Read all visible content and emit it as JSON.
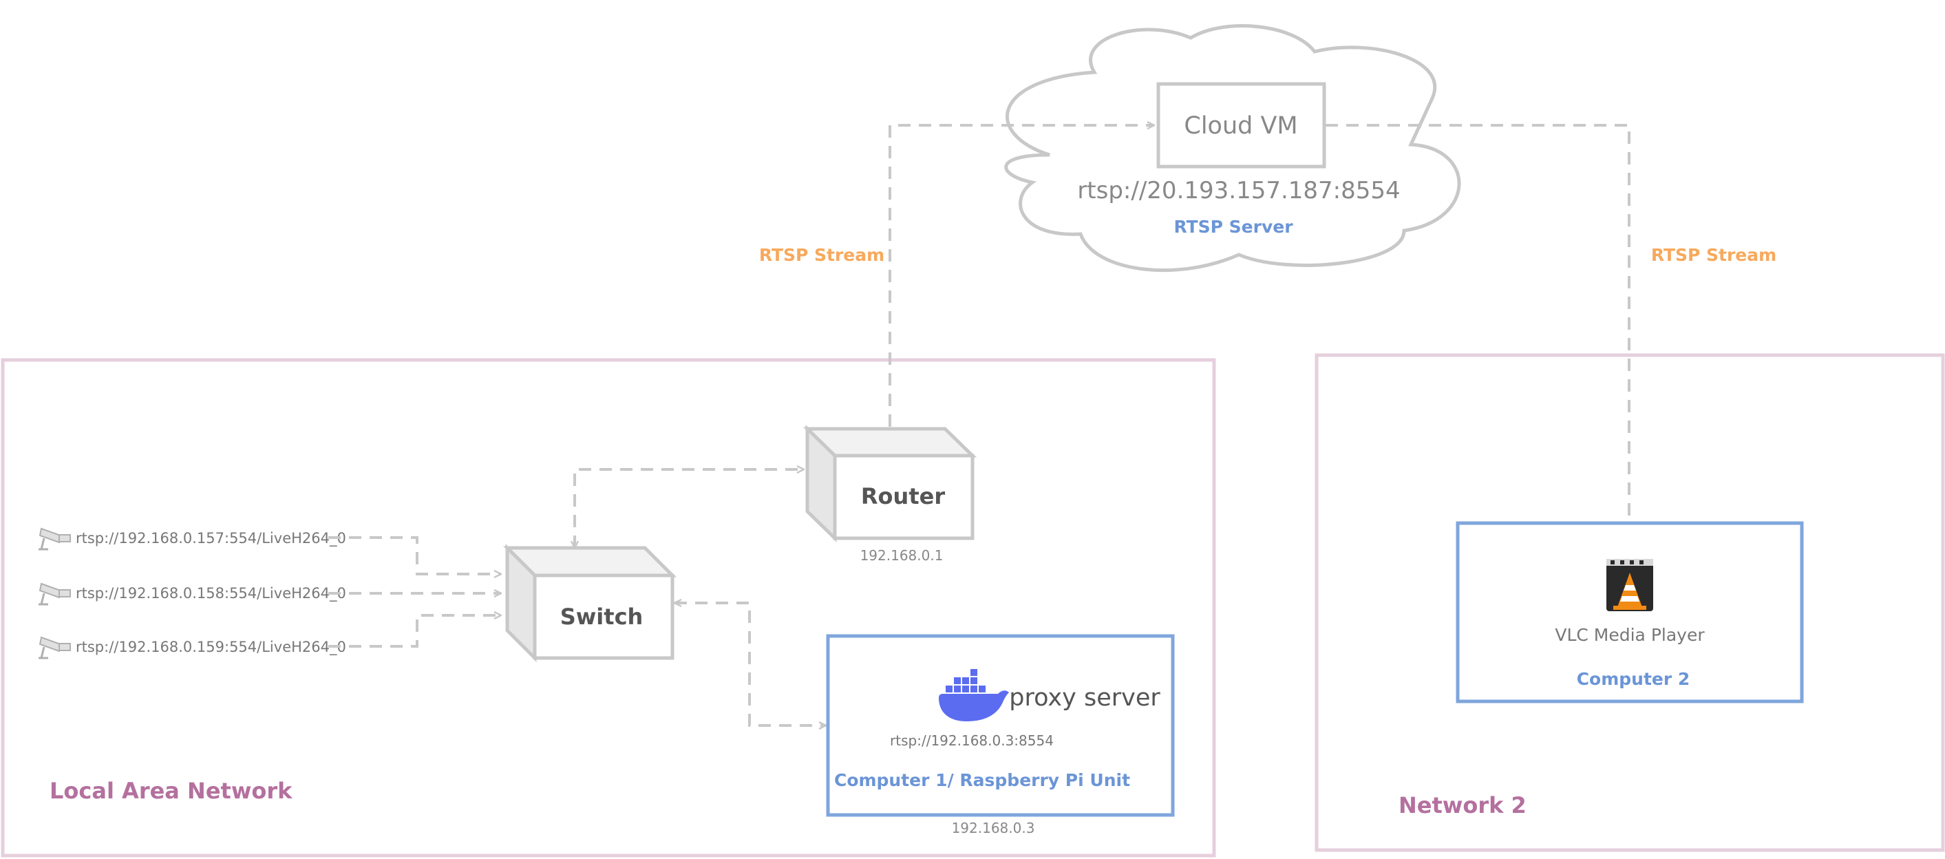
{
  "cloud": {
    "vm_label": "Cloud VM",
    "url": "rtsp://20.193.157.187:8554",
    "role": "RTSP Server"
  },
  "streams": {
    "left_label": "RTSP Stream",
    "right_label": "RTSP Stream"
  },
  "lan": {
    "title": "Local Area Network",
    "cameras": [
      {
        "url": "rtsp://192.168.0.157:554/LiveH264_0",
        "icon": "security-camera-icon"
      },
      {
        "url": "rtsp://192.168.0.158:554/LiveH264_0",
        "icon": "security-camera-icon"
      },
      {
        "url": "rtsp://192.168.0.159:554/LiveH264_0",
        "icon": "security-camera-icon"
      }
    ],
    "switch_label": "Switch",
    "router_label": "Router",
    "router_ip": "192.168.0.1",
    "proxy": {
      "title": "proxy server",
      "url": "rtsp://192.168.0.3:8554",
      "host": "Computer 1/ Raspberry Pi Unit",
      "ip": "192.168.0.3",
      "icon": "docker-whale-icon"
    }
  },
  "network2": {
    "title": "Network 2",
    "player": "VLC Media Player",
    "host": "Computer 2",
    "icon": "vlc-cone-icon"
  },
  "colors": {
    "zone_border": "#e6cfdc",
    "host_border": "#7fa6dc",
    "accent_orange": "#f7a95c",
    "accent_blue": "#6b95d6",
    "zone_title": "#b4709e",
    "line_gray": "#c8c8c8",
    "docker_blue": "#5b6cf0"
  }
}
